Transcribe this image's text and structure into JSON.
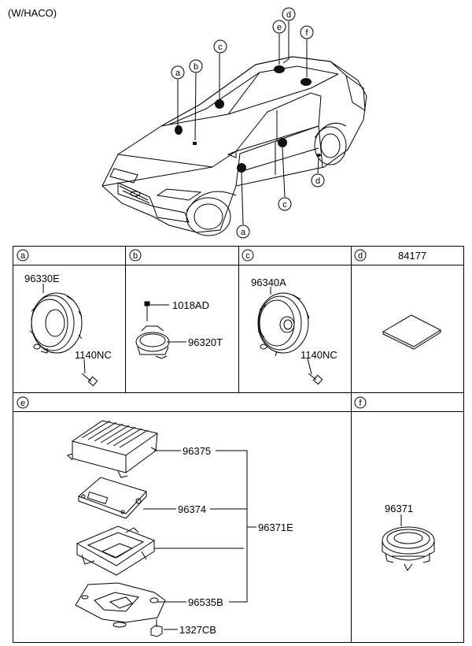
{
  "header": {
    "variant": "(W/HACO)"
  },
  "callout_letters": [
    "a",
    "b",
    "c",
    "d",
    "e",
    "f"
  ],
  "panels": {
    "a": {
      "letter": "a",
      "parts": [
        "96330E",
        "1140NC"
      ]
    },
    "b": {
      "letter": "b",
      "parts": [
        "1018AD",
        "96320T"
      ]
    },
    "c": {
      "letter": "c",
      "parts": [
        "96340A",
        "1140NC"
      ]
    },
    "d": {
      "letter": "d",
      "parts": [
        "84177"
      ]
    },
    "e": {
      "letter": "e",
      "parts": [
        "96375",
        "96374",
        "96371E",
        "96535B",
        "1327CB"
      ]
    },
    "f": {
      "letter": "f",
      "parts": [
        "96371"
      ]
    }
  }
}
